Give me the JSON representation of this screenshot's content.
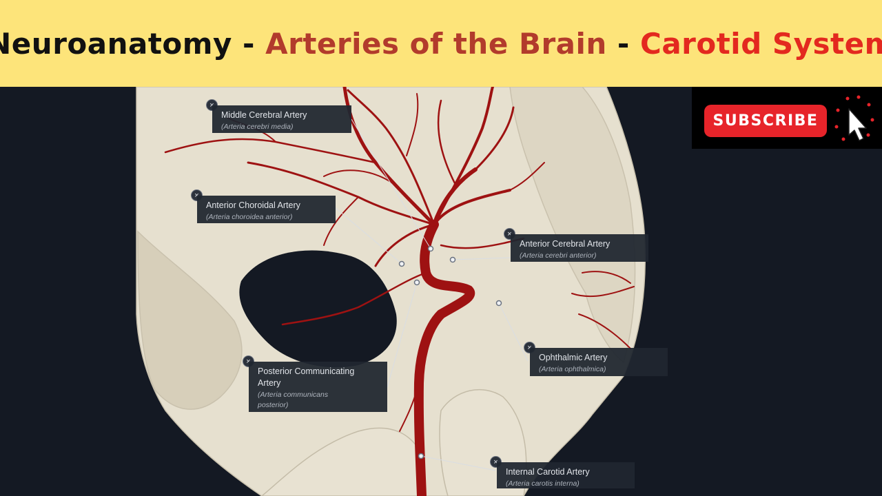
{
  "header": {
    "part1": "Neuroanatomy",
    "separator": " - ",
    "part2": "Arteries of the Brain",
    "part3": "Carotid System",
    "colors": {
      "background": "#fde47a",
      "part1": "#111111",
      "part2": "#b23b2c",
      "part3": "#e3291f"
    }
  },
  "subscribe": {
    "label": "SUBSCRIBE",
    "color": "#e7242a",
    "icon": "cursor-click-icon"
  },
  "labels": {
    "mca": {
      "name": "Middle Cerebral Artery",
      "latin": "(Arteria cerebri media)"
    },
    "acha": {
      "name": "Anterior Choroidal Artery",
      "latin": "(Arteria choroidea anterior)"
    },
    "aca": {
      "name": "Anterior Cerebral Artery",
      "latin": "(Arteria cerebri anterior)"
    },
    "oa": {
      "name": "Ophthalmic Artery",
      "latin": "(Arteria ophthalmica)"
    },
    "pcom": {
      "name": "Posterior Communicating Artery",
      "latin": "(Arteria communicans posterior)"
    },
    "ica": {
      "name": "Internal Carotid Artery",
      "latin": "(Arteria carotis interna)"
    }
  },
  "close_glyph": "×",
  "colors": {
    "artery": "#9e1212",
    "bone": "#e6e0cf",
    "label_background": "#20262f",
    "scene_background": "#141923"
  }
}
